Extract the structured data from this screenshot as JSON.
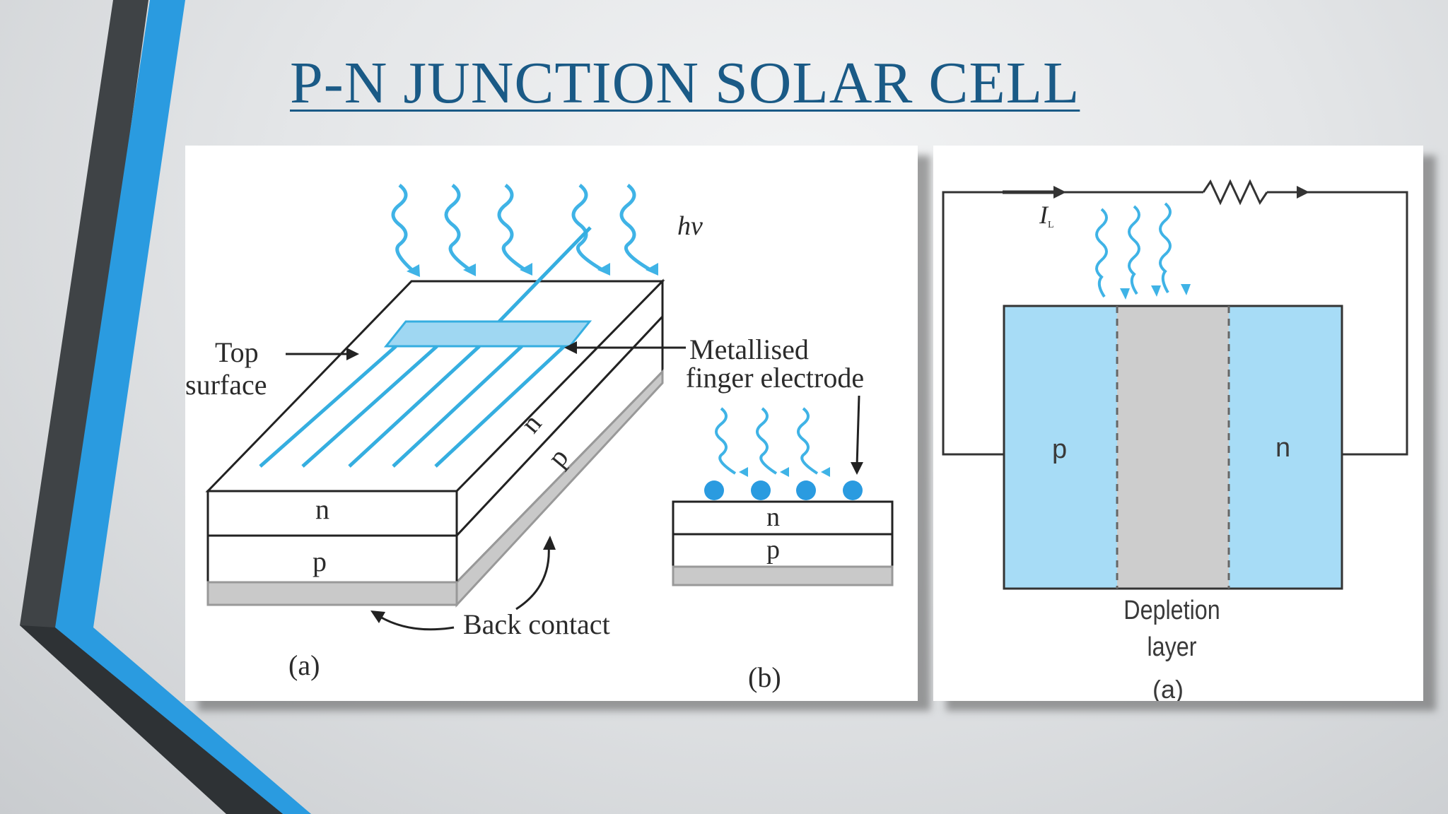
{
  "slide": {
    "title": "P-N JUNCTION SOLAR CELL",
    "accent_color": "#2a9be0",
    "dark_color": "#3f4346",
    "title_color": "#1a5a86"
  },
  "figure_left": {
    "photon_label": "hv",
    "top_surface_line1": "Top",
    "top_surface_line2": "surface",
    "metallised_line1": "Metallised",
    "metallised_line2": "finger electrode",
    "n_label": "n",
    "p_label": "p",
    "side_n_label": "n",
    "side_p_label": "p",
    "back_contact": "Back contact",
    "caption_a": "(a)",
    "small_n_label": "n",
    "small_p_label": "p",
    "caption_b": "(b)",
    "finger_color": "#35aee0",
    "light_color": "#3fb3e6"
  },
  "figure_right": {
    "current_label": "I",
    "current_subscript": "L",
    "p_label": "p",
    "n_label": "n",
    "depletion_line1": "Depletion",
    "depletion_line2": "layer",
    "caption": "(a)",
    "region_color": "#a7dcf6",
    "depletion_color": "#cdcdcd"
  }
}
